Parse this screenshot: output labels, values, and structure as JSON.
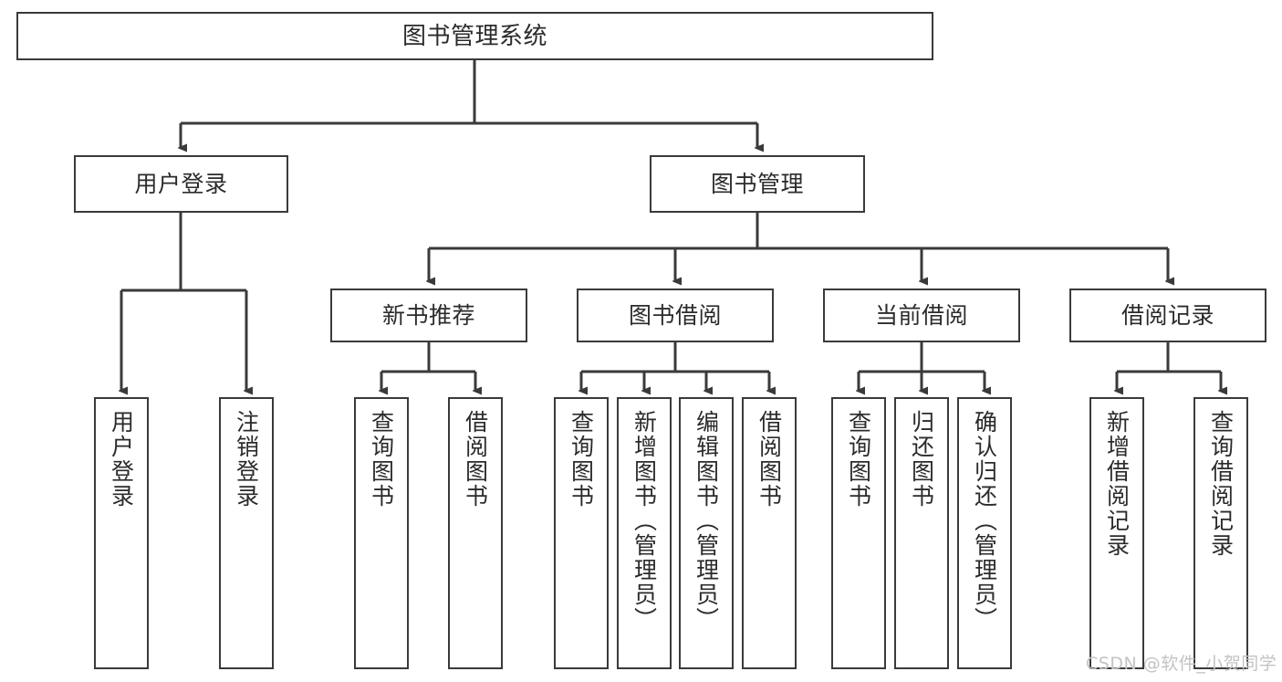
{
  "diagram": {
    "type": "hierarchy-tree",
    "title": "图书管理系统",
    "watermark": "CSDN @软件_小贺同学",
    "colors": {
      "stroke": "#3a3a3a",
      "fill": "#ffffff",
      "text": "#2b2b2b",
      "watermark": "#c3c3c3"
    },
    "nodes": {
      "root": {
        "label": "图书管理系统"
      },
      "level2": [
        {
          "label": "用户登录"
        },
        {
          "label": "图书管理"
        }
      ],
      "level3": [
        {
          "label": "新书推荐"
        },
        {
          "label": "图书借阅"
        },
        {
          "label": "当前借阅"
        },
        {
          "label": "借阅记录"
        }
      ],
      "leaves": {
        "user_login": [
          {
            "label": "用户登录"
          },
          {
            "label": "注销登录"
          }
        ],
        "new_book": [
          {
            "label": "查询图书"
          },
          {
            "label": "借阅图书"
          }
        ],
        "book_borrow": [
          {
            "label": "查询图书"
          },
          {
            "label": "新增图书（管理员）"
          },
          {
            "label": "编辑图书（管理员）"
          },
          {
            "label": "借阅图书"
          }
        ],
        "current_borrow": [
          {
            "label": "查询图书"
          },
          {
            "label": "归还图书"
          },
          {
            "label": "确认归还（管理员）"
          }
        ],
        "borrow_record": [
          {
            "label": "新增借阅记录"
          },
          {
            "label": "查询借阅记录"
          }
        ]
      }
    }
  }
}
